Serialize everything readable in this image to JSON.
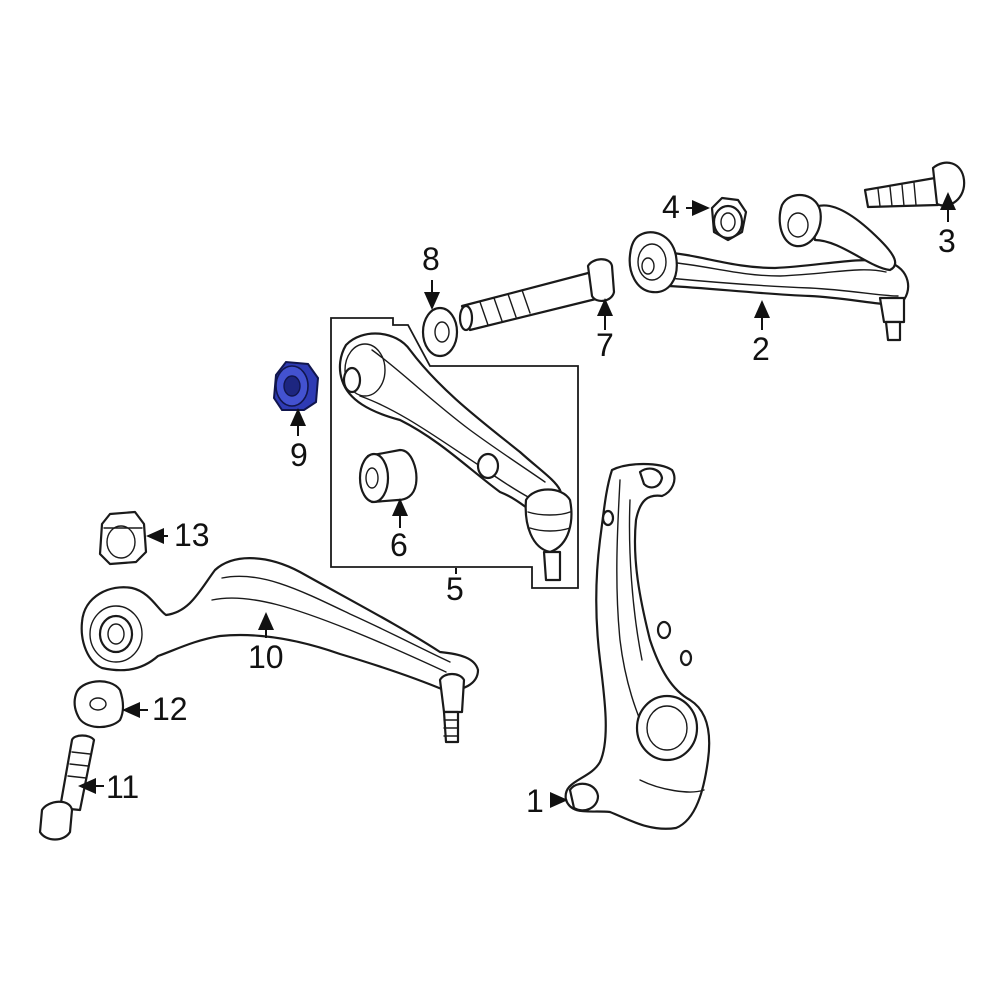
{
  "diagram": {
    "highlight_color": "#2e3bb4",
    "line_color": "#1a1a1a",
    "highlighted_part": "9",
    "callouts": [
      {
        "id": "1",
        "label": "1"
      },
      {
        "id": "2",
        "label": "2"
      },
      {
        "id": "3",
        "label": "3"
      },
      {
        "id": "4",
        "label": "4"
      },
      {
        "id": "5",
        "label": "5"
      },
      {
        "id": "6",
        "label": "6"
      },
      {
        "id": "7",
        "label": "7"
      },
      {
        "id": "8",
        "label": "8"
      },
      {
        "id": "9",
        "label": "9"
      },
      {
        "id": "10",
        "label": "10"
      },
      {
        "id": "11",
        "label": "11"
      },
      {
        "id": "12",
        "label": "12"
      },
      {
        "id": "13",
        "label": "13"
      }
    ]
  }
}
